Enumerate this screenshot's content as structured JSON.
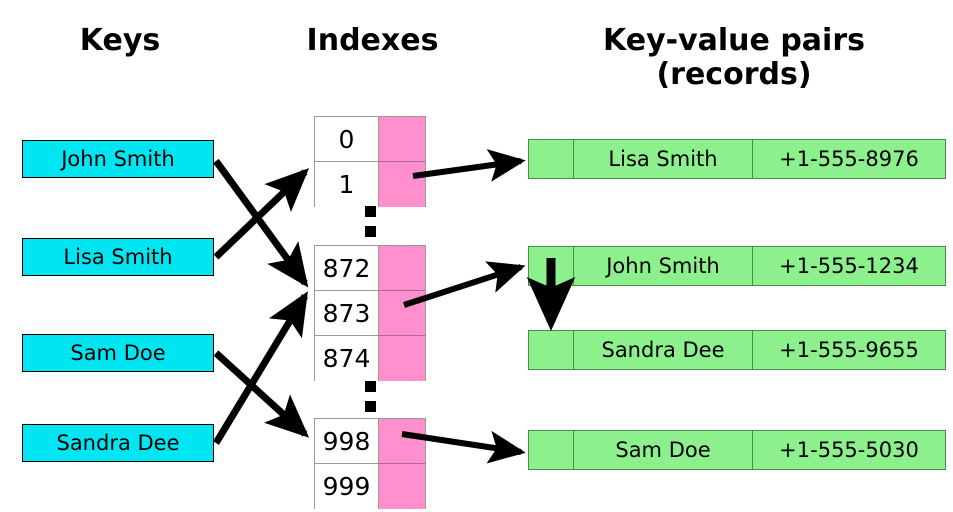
{
  "diagram": {
    "kind": "hash-table-with-separate-chaining",
    "background": "#ffffff",
    "colors": {
      "key_fill": "#00e5f2",
      "key_border": "#000000",
      "index_slot_fill": "#ff8fcd",
      "index_border": "#9a9a9a",
      "record_fill": "#8cf08c",
      "record_border": "#4d8b4d",
      "arrow": "#000000",
      "text": "#000000"
    }
  },
  "headers": {
    "keys": "Keys",
    "indexes": "Indexes",
    "records": "Key-value pairs\n(records)"
  },
  "keys": [
    {
      "label": "John Smith"
    },
    {
      "label": "Lisa Smith"
    },
    {
      "label": "Sam Doe"
    },
    {
      "label": "Sandra Dee"
    }
  ],
  "index_groups": [
    {
      "rows": [
        {
          "index": "0"
        },
        {
          "index": "1"
        }
      ]
    },
    {
      "rows": [
        {
          "index": "872"
        },
        {
          "index": "873"
        },
        {
          "index": "874"
        }
      ]
    },
    {
      "rows": [
        {
          "index": "998"
        },
        {
          "index": "999"
        }
      ]
    }
  ],
  "ellipses": [
    {
      "dots": 2
    },
    {
      "dots": 2
    }
  ],
  "records": [
    {
      "name": "Lisa Smith",
      "phone": "+1-555-8976"
    },
    {
      "name": "John Smith",
      "phone": "+1-555-1234"
    },
    {
      "name": "Sandra Dee",
      "phone": "+1-555-9655"
    },
    {
      "name": "Sam Doe",
      "phone": "+1-555-5030"
    }
  ],
  "links": {
    "key_to_index": [
      {
        "from": "John Smith",
        "to": "873"
      },
      {
        "from": "Lisa Smith",
        "to": "1"
      },
      {
        "from": "Sam Doe",
        "to": "998"
      },
      {
        "from": "Sandra Dee",
        "to": "873"
      }
    ],
    "index_to_record": [
      {
        "from": "1",
        "to": "Lisa Smith"
      },
      {
        "from": "873",
        "to": "John Smith"
      },
      {
        "from": "998",
        "to": "Sam Doe"
      }
    ],
    "record_chain": [
      {
        "from": "John Smith",
        "to": "Sandra Dee"
      }
    ]
  }
}
